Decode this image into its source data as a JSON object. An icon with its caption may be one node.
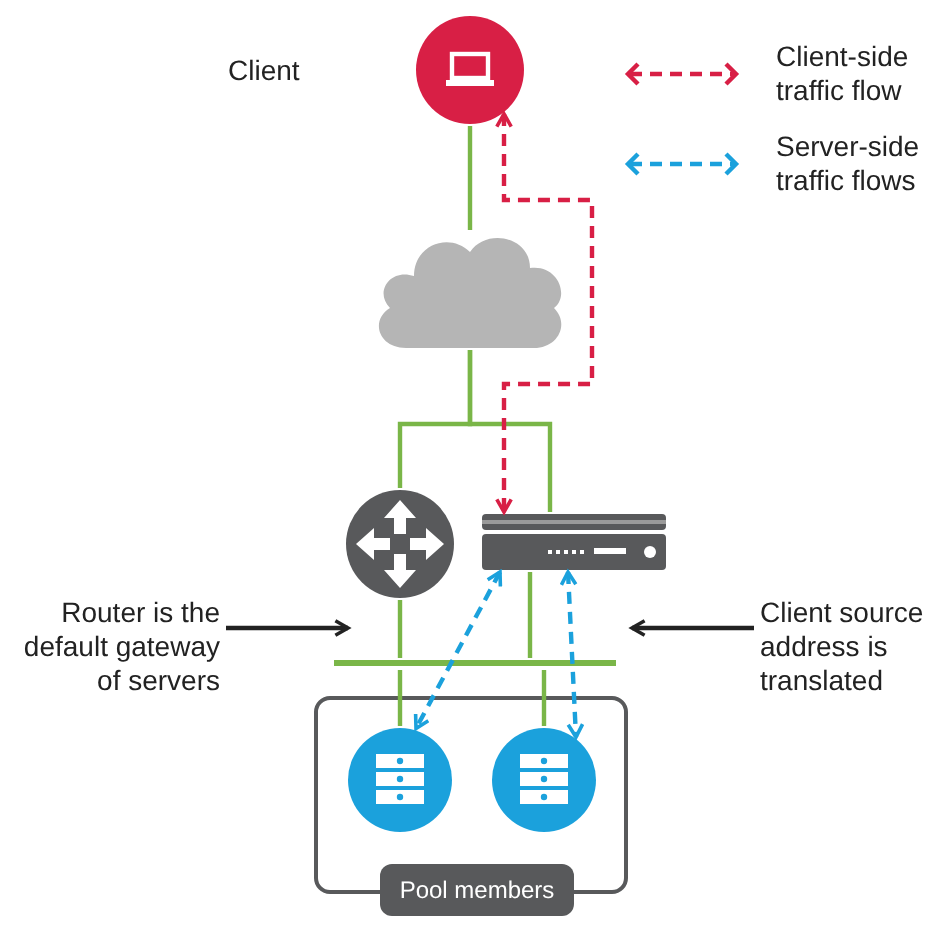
{
  "diagram": {
    "nodes": [
      {
        "text": [],
        "shape": "circle"
      },
      {
        "text": [],
        "shape": "cloud"
      },
      {
        "text": [],
        "shape": "circle"
      },
      {
        "text": [],
        "shape": "box"
      },
      {
        "text": [],
        "shape": "bar"
      },
      {
        "text": [
          "Pool members"
        ]
      },
      {
        "text": [],
        "shape": "circle",
        "in": 5
      },
      {
        "text": [],
        "shape": "circle",
        "in": 5
      },
      {
        "text": [
          "Router is the default gateway of servers"
        ]
      },
      {
        "text": [
          "Client source address is translated"
        ]
      }
    ],
    "edges": [
      {
        "from": 0,
        "to": 1,
        "arrow": "none"
      },
      {
        "from": 1,
        "to": 2,
        "arrow": "none"
      },
      {
        "from": 1,
        "to": 3,
        "arrow": "none"
      },
      {
        "from": 2,
        "to": 4,
        "arrow": "none"
      },
      {
        "from": 3,
        "to": 4,
        "arrow": "none"
      },
      {
        "from": 4,
        "to": 6,
        "arrow": "none"
      },
      {
        "from": 4,
        "to": 7,
        "arrow": "none"
      },
      {
        "from": 0,
        "to": 3,
        "arrow": "both",
        "style": "dashed",
        "color": "#d81f45"
      },
      {
        "from": 3,
        "to": 6,
        "arrow": "both",
        "style": "dashed",
        "color": "#1ba1dc"
      },
      {
        "from": 3,
        "to": 7,
        "arrow": "both",
        "style": "dashed",
        "color": "#1ba1dc"
      },
      {
        "from": 8,
        "to": 4,
        "arrow": "to",
        "color": "#222222"
      },
      {
        "from": 9,
        "to": 4,
        "arrow": "to",
        "color": "#222222"
      }
    ],
    "labels": [
      "Client"
    ],
    "legend": [
      {
        "text": "Client-side traffic flow"
      },
      {
        "text": "Server-side traffic flows"
      }
    ]
  }
}
